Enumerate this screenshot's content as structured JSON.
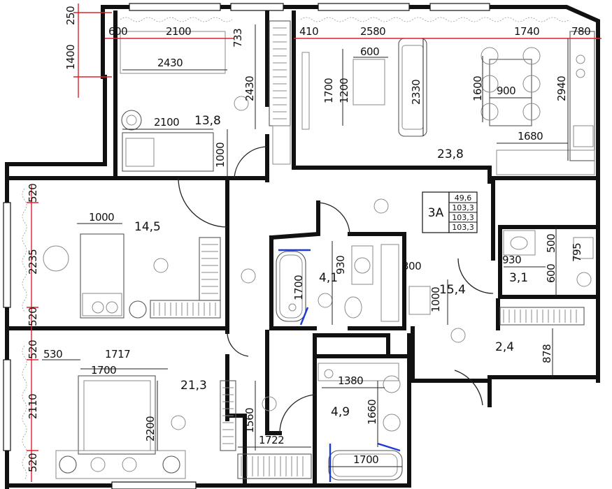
{
  "plan": {
    "apartment_label": "3A",
    "area_summary": [
      "49,6",
      "103,3",
      "103,3",
      "103,3"
    ],
    "rooms": [
      {
        "id": "bedroom-top",
        "area": "13,8"
      },
      {
        "id": "living-kitchen",
        "area": "23,8"
      },
      {
        "id": "bedroom-middle",
        "area": "14,5"
      },
      {
        "id": "bathroom-middle",
        "area": "4,1"
      },
      {
        "id": "hall",
        "area": "15,4"
      },
      {
        "id": "wc-right",
        "area": "3,1"
      },
      {
        "id": "storage",
        "area": "2,4"
      },
      {
        "id": "bedroom-bottom",
        "area": "21,3"
      },
      {
        "id": "bathroom-bottom",
        "area": "4,9"
      }
    ],
    "red_dims": [
      "250",
      "1400",
      "600",
      "2100",
      "410",
      "2580",
      "1740",
      "780",
      "520",
      "2235",
      "520",
      "520",
      "2110",
      "520"
    ],
    "black_dims": [
      "733",
      "2430",
      "2430",
      "600",
      "1700",
      "1200",
      "2330",
      "1600",
      "900",
      "2940",
      "1680",
      "2100",
      "1000",
      "1000",
      "930",
      "1700",
      "500",
      "795",
      "930",
      "600",
      "300",
      "1000",
      "878",
      "530",
      "1717",
      "1700",
      "2200",
      "1560",
      "1722",
      "1380",
      "1660",
      "1700"
    ]
  }
}
